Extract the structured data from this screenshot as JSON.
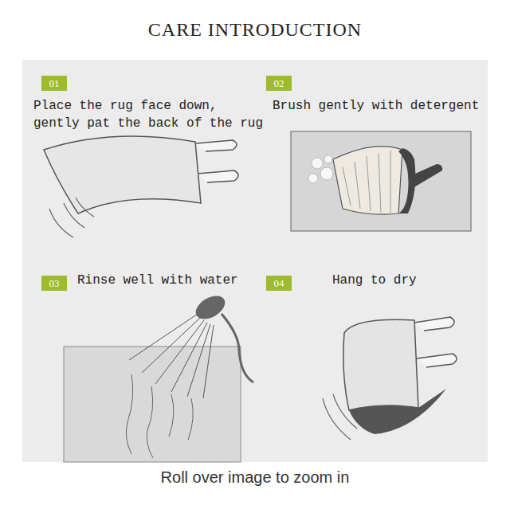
{
  "diagram": {
    "title": "CARE INTRODUCTION",
    "caption": "Roll over image to zoom in",
    "nodes": [
      {
        "text": [
          "01"
        ]
      },
      {
        "text": [
          "02"
        ]
      },
      {
        "text": [
          "03"
        ]
      },
      {
        "text": [
          "04"
        ]
      }
    ],
    "labels": [
      "Place the rug face down, gently pat the back of the rug",
      "Brush gently with detergent",
      "Rinse well with water",
      "Hang to dry"
    ]
  }
}
